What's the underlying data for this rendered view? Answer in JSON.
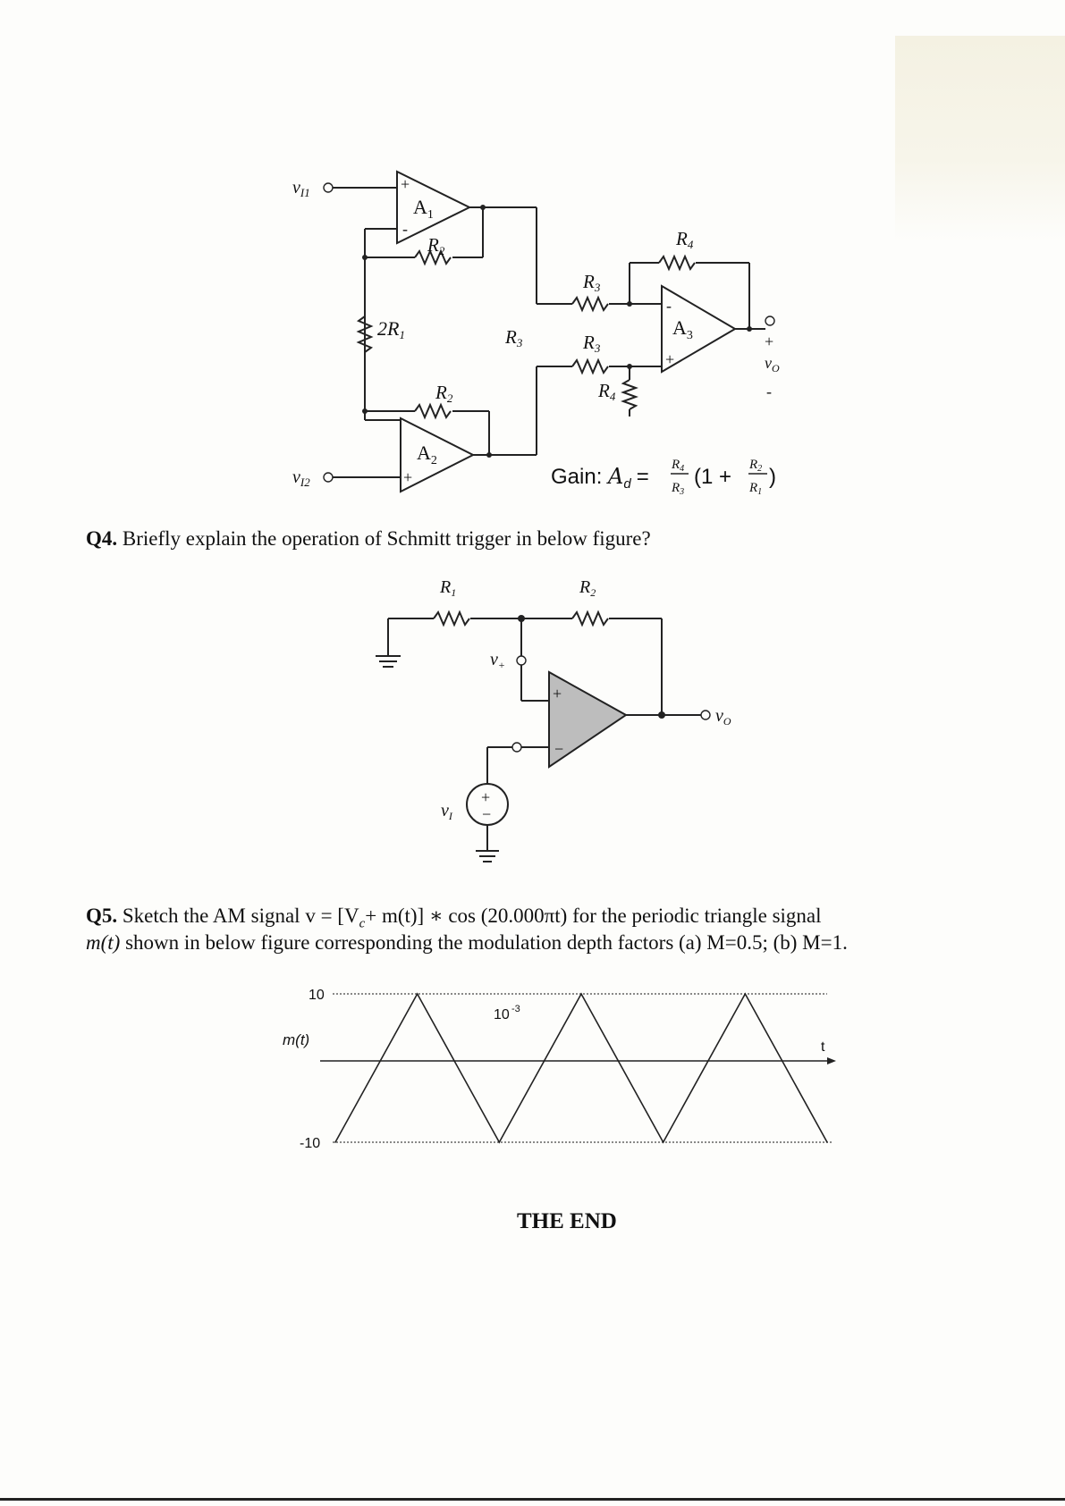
{
  "inamp": {
    "in1": "v",
    "in1_sub": "I1",
    "in2": "v",
    "in2_sub": "I2",
    "amp1": "A",
    "amp1_sub": "1",
    "amp2": "A",
    "amp2_sub": "2",
    "amp3": "A",
    "amp3_sub": "3",
    "r2_top": "R",
    "r2_top_sub": "2",
    "r2_bot": "R",
    "r2_bot_sub": "2",
    "r_gain": "2R",
    "r_gain_sub": "1",
    "r3_top": "R",
    "r3_top_sub": "3",
    "r3_mid": "R",
    "r3_mid_sub": "3",
    "r3_bot": "R",
    "r3_bot_sub": "3",
    "r4_top": "R",
    "r4_top_sub": "4",
    "r4_bot": "R",
    "r4_bot_sub": "4",
    "out": "v",
    "out_sub": "O",
    "plus": "+",
    "minus": "-",
    "gain_label": "Gain: ",
    "gain_symbol": "A",
    "gain_sub": "d",
    "gain_eq": "=",
    "gain_num": "R",
    "gain_num_sub": "4",
    "gain_den": "R",
    "gain_den_sub": "3",
    "gain_paren_open": "(1 +",
    "gain_in_num": "R",
    "gain_in_num_sub": "2",
    "gain_in_den": "R",
    "gain_in_den_sub": "1",
    "gain_paren_close": ")"
  },
  "q4": {
    "number": "Q4.",
    "text": " Briefly explain the operation of Schmitt trigger in below figure?"
  },
  "schmitt": {
    "r1": "R",
    "r1_sub": "1",
    "r2": "R",
    "r2_sub": "2",
    "vplus": "v",
    "vplus_sub": "+",
    "vo": "v",
    "vo_sub": "O",
    "vi": "v",
    "vi_sub": "I",
    "plus": "+",
    "minus": "−"
  },
  "q5": {
    "number": "Q5.",
    "line1": " Sketch the AM signal v = [V",
    "line1_sub": "c",
    "line1_rest": "+ m(t)] ∗ cos (20.000πt) for the periodic triangle signal",
    "line2_italic": "m(t)",
    "line2_rest": " shown in below figure corresponding the modulation depth factors (a) M=0.5; (b) M=1."
  },
  "chart_data": {
    "type": "line",
    "title": "",
    "ylabel": "m(t)",
    "xlabel": "t",
    "y_ticks": [
      "10",
      "-10"
    ],
    "ylim": [
      -10,
      10
    ],
    "period_label": "10",
    "period_label_exp": "-3",
    "series": [
      {
        "x": [
          0,
          0.5,
          1,
          1.5,
          2,
          2.5,
          3
        ],
        "values": [
          -10,
          10,
          -10,
          10,
          -10,
          10,
          -10
        ]
      }
    ]
  },
  "footer": {
    "end": "THE END"
  }
}
